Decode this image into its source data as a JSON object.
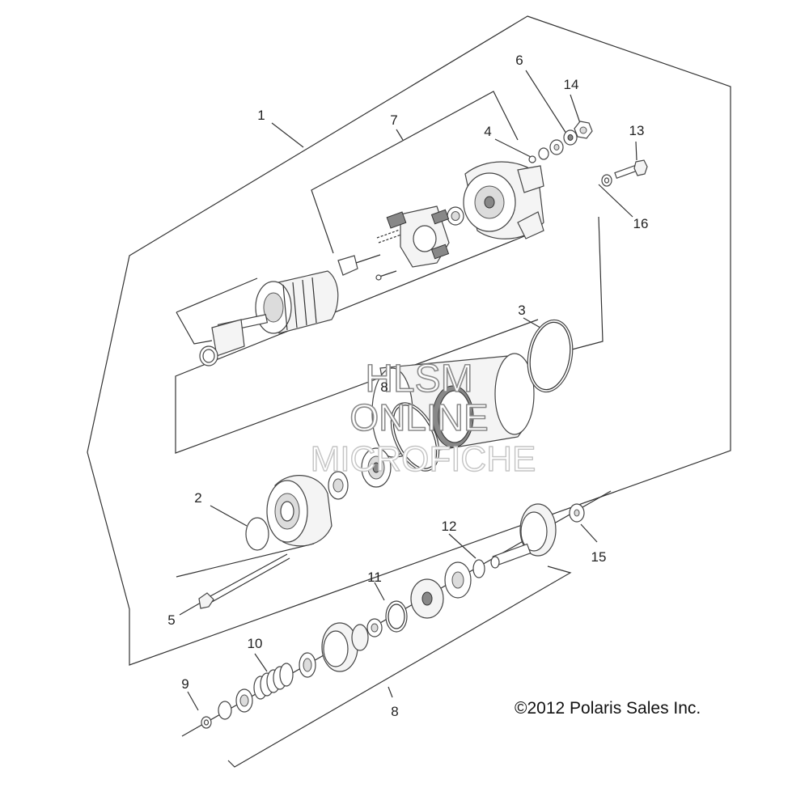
{
  "callouts": [
    {
      "id": "1",
      "text": "1"
    },
    {
      "id": "2",
      "text": "2"
    },
    {
      "id": "3",
      "text": "3"
    },
    {
      "id": "4",
      "text": "4"
    },
    {
      "id": "5",
      "text": "5"
    },
    {
      "id": "6",
      "text": "6"
    },
    {
      "id": "7",
      "text": "7"
    },
    {
      "id": "8a",
      "text": "8"
    },
    {
      "id": "8b",
      "text": "8"
    },
    {
      "id": "9",
      "text": "9"
    },
    {
      "id": "10",
      "text": "10"
    },
    {
      "id": "11",
      "text": "11"
    },
    {
      "id": "12",
      "text": "12"
    },
    {
      "id": "13",
      "text": "13"
    },
    {
      "id": "14",
      "text": "14"
    },
    {
      "id": "15",
      "text": "15"
    },
    {
      "id": "16",
      "text": "16"
    }
  ],
  "copyright": "©2012  Polaris Sales Inc.",
  "watermark": {
    "line1": "HLSM",
    "line2": "ONLINE",
    "line3": "MICROFICHE"
  }
}
